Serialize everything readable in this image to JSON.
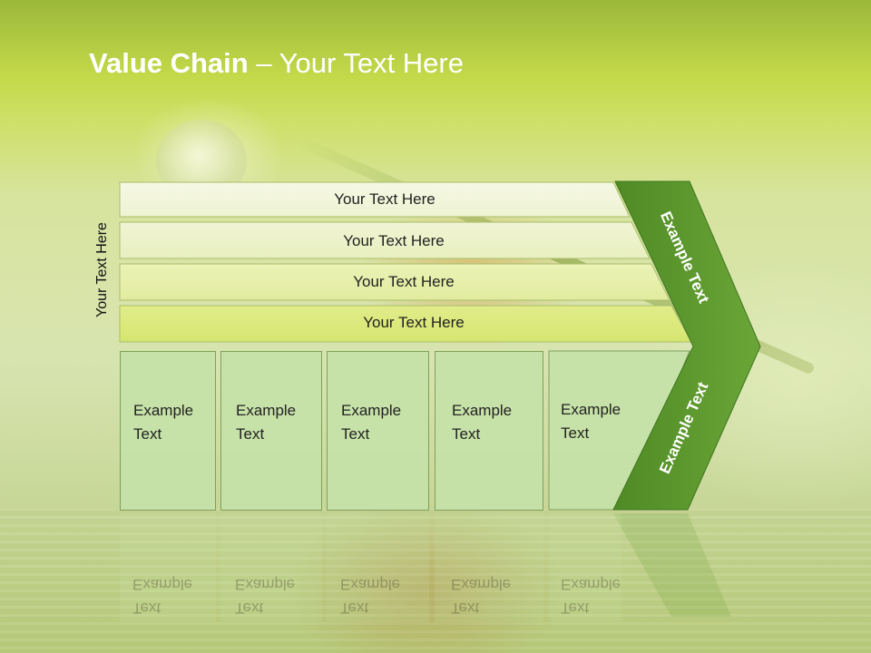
{
  "slide": {
    "title_bold": "Value Chain",
    "title_rest": " – Your Text Here",
    "side_label": "Your Text Here"
  },
  "bars": [
    {
      "label": "Your Text Here"
    },
    {
      "label": "Your Text Here"
    },
    {
      "label": "Your Text Here"
    },
    {
      "label": "Your Text Here"
    }
  ],
  "columns": [
    {
      "line1": "Example",
      "line2": "Text"
    },
    {
      "line1": "Example",
      "line2": "Text"
    },
    {
      "line1": "Example",
      "line2": "Text"
    },
    {
      "line1": "Example",
      "line2": "Text"
    },
    {
      "line1": "Example",
      "line2": "Text"
    }
  ],
  "chevron": {
    "top_label": "Example Text",
    "bottom_label": "Example Text"
  },
  "colors": {
    "chevron_fill": "#5e9a2e",
    "column_fill": "#c6e2a8",
    "title_text": "#ffffff"
  }
}
